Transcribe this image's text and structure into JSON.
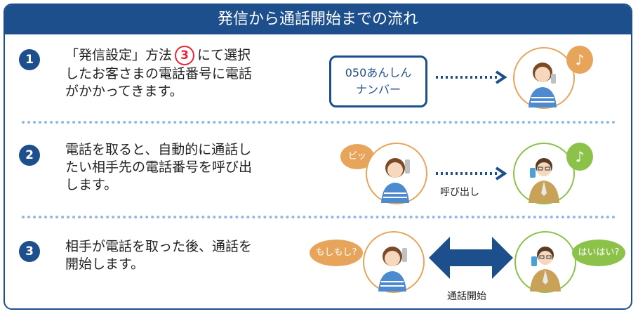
{
  "header": {
    "title": "発信から通話開始までの流れ"
  },
  "steps": [
    {
      "number": "1",
      "text_before": "「発信設定」方法",
      "circled": "3",
      "text_line1_after": "にて選択",
      "text_line2": "したお客さまの電話番号に電話",
      "text_line3": "がかかってきます。",
      "box_line1": "050あんしん",
      "box_line2": "ナンバー"
    },
    {
      "number": "2",
      "text_line1": "電話を取ると、自動的に通話し",
      "text_line2": "たい相手先の電話番号を呼び出",
      "text_line3": "します。",
      "bubble": "ピッ",
      "arrow_label": "呼び出し"
    },
    {
      "number": "3",
      "text_line1": "相手が電話を取った後、通話を",
      "text_line2": "開始します。",
      "bubble_left": "もしもし?",
      "bubble_right": "はいはい?",
      "arrow_label": "通話開始"
    }
  ],
  "colors": {
    "navy": "#1c4f8c",
    "dots": "#8fb9e4",
    "woman_ring": "#e6a55a",
    "man_ring": "#8cc24a",
    "woman_bubble": "#e6a55a",
    "man_bubble": "#8cc24a",
    "circled_red": "#e4283a"
  }
}
